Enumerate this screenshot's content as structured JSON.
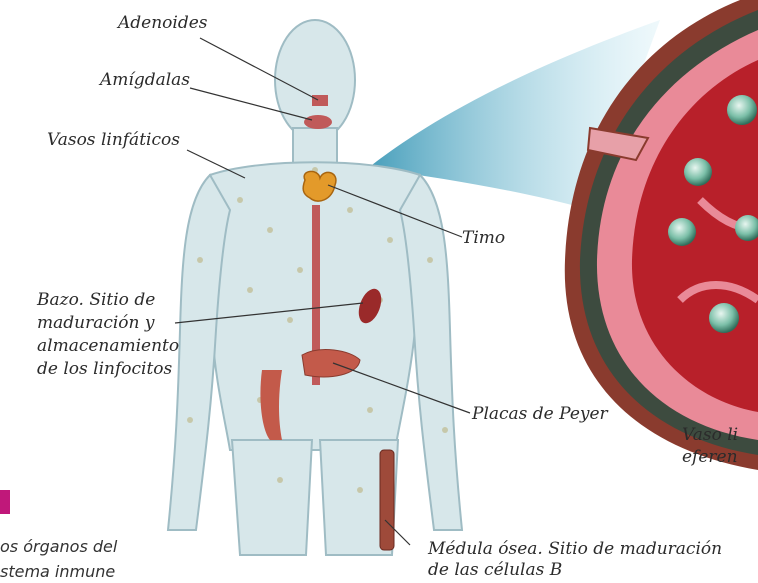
{
  "labels": {
    "adenoides": "Adenoides",
    "amigdalas": "Amígdalas",
    "vasos": "Vasos linfáticos",
    "timo": "Timo",
    "bazo1": "Bazo. Sitio de",
    "bazo2": "maduración y",
    "bazo3": "almacenamiento",
    "bazo4": "de los linfocitos",
    "peyer": "Placas de Peyer",
    "medula1": "Médula ósea. Sitio de maduración",
    "medula2": "de las células B",
    "vaso1": "Vaso li",
    "vaso2": "eferen"
  },
  "caption": {
    "line1": "os órganos del",
    "line2": "stema inmune"
  },
  "colors": {
    "accent": "#c0187a",
    "lymph_node": "#b8202a",
    "body": "#cfe3e8"
  }
}
